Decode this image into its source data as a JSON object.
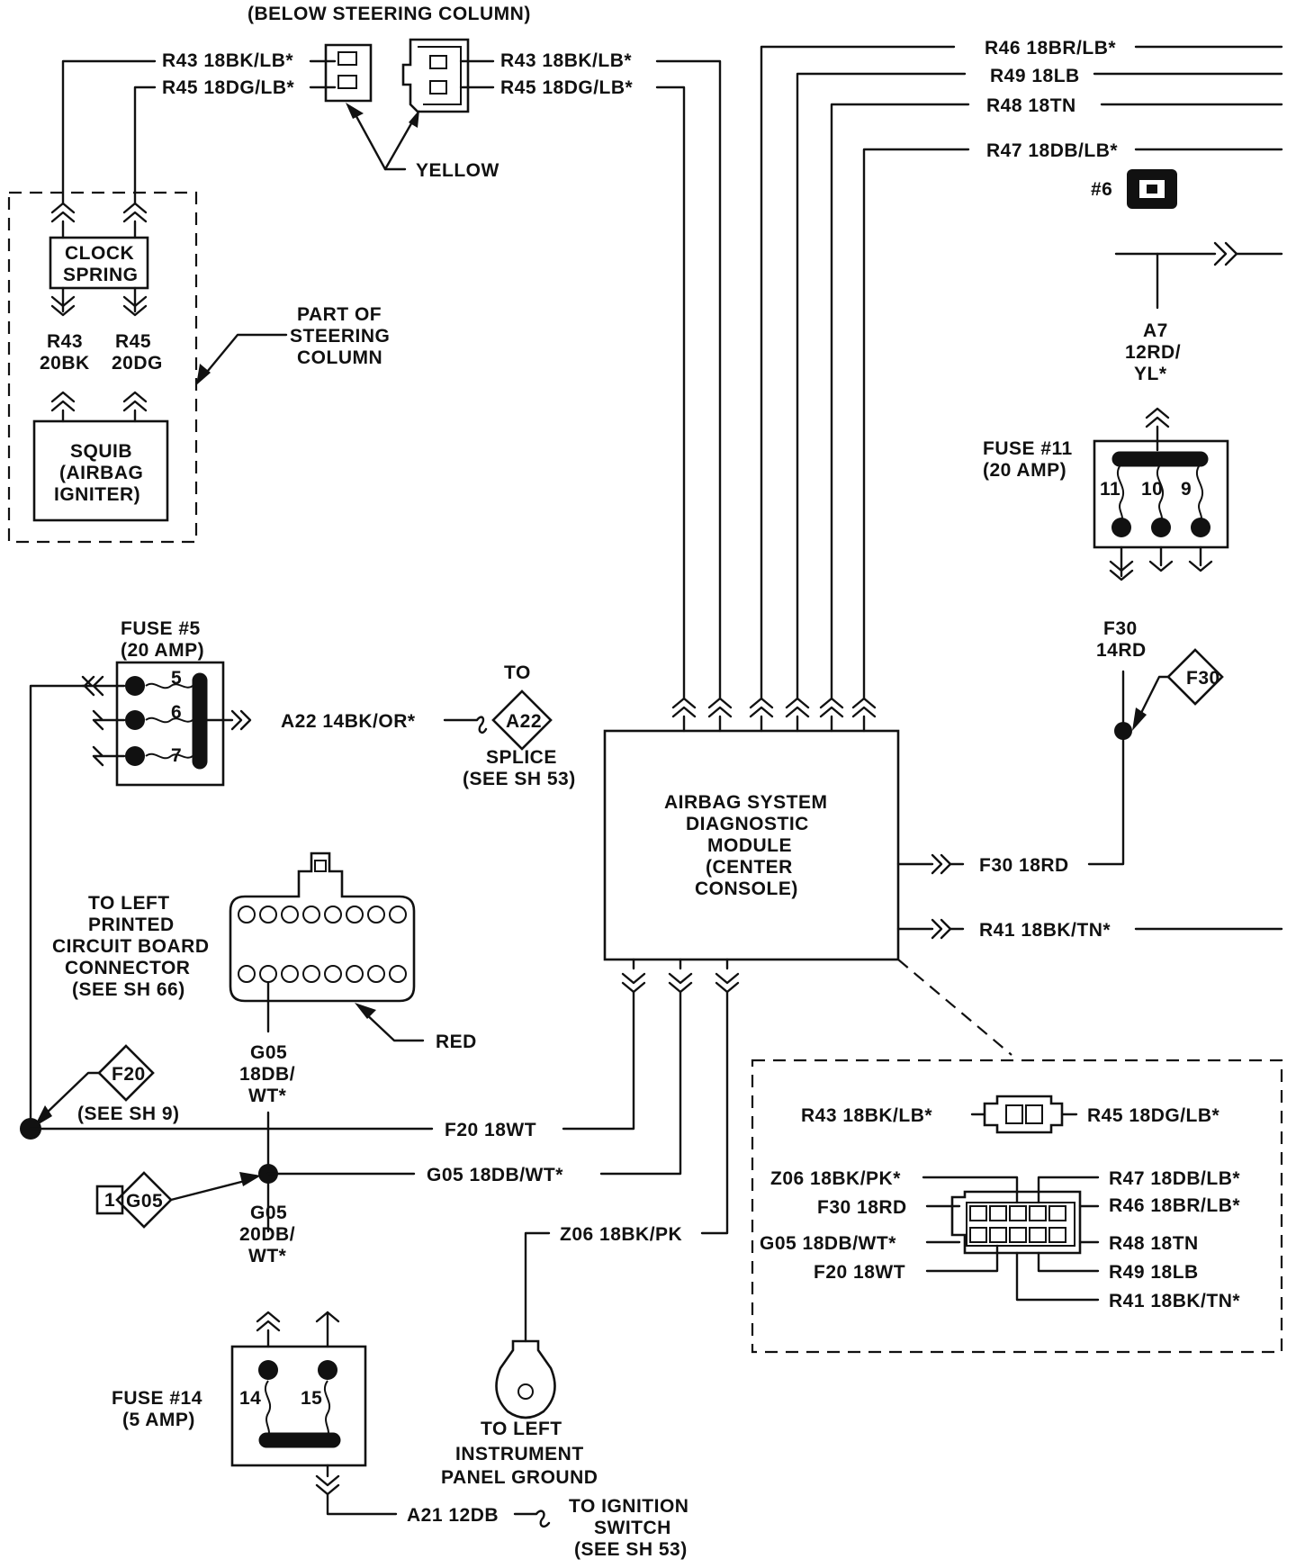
{
  "connector_top": {
    "caption": "(BELOW STEERING COLUMN)",
    "left_r43": "R43 18BK/LB*",
    "left_r45": "R45 18DG/LB*",
    "right_r43": "R43 18BK/LB*",
    "right_r45": "R45 18DG/LB*",
    "color": "YELLOW"
  },
  "clock_spring": {
    "line1": "CLOCK",
    "line2": "SPRING"
  },
  "steering_column_note": {
    "line1": "PART OF",
    "line2": "STEERING",
    "line3": "COLUMN"
  },
  "clockspring_wires": {
    "r43_a": "R43",
    "r43_b": "20BK",
    "r45_a": "R45",
    "r45_b": "20DG"
  },
  "squib": {
    "line1": "SQUIB",
    "line2": "(AIRBAG",
    "line3": "IGNITER)"
  },
  "module_wires_right": {
    "r46": "R46 18BR/LB*",
    "r49": "R49 18LB",
    "r48": "R48 18TN",
    "r47": "R47 18DB/LB*",
    "connector_number": "#6"
  },
  "a7_wire": {
    "line1": "A7",
    "line2": "12RD/",
    "line3": "YL*"
  },
  "fuse11": {
    "line1": "FUSE #11",
    "line2": "(20 AMP)",
    "pin11": "11",
    "pin10": "10",
    "pin9": "9"
  },
  "f30_wire": {
    "line1": "F30",
    "line2": "14RD",
    "splice": "F30"
  },
  "fuse5": {
    "line1": "FUSE #5",
    "line2": "(20 AMP)",
    "pin5": "5",
    "pin6": "6",
    "pin7": "7"
  },
  "a22": {
    "wire": "A22 14BK/OR*",
    "to": "TO",
    "splice": "A22",
    "label1": "SPLICE",
    "label2": "(SEE SH 53)"
  },
  "module": {
    "line1": "AIRBAG SYSTEM",
    "line2": "DIAGNOSTIC",
    "line3": "MODULE",
    "line4": "(CENTER",
    "line5": "CONSOLE)"
  },
  "module_outputs": {
    "f30": "F30 18RD",
    "r41": "R41 18BK/TN*"
  },
  "pcb": {
    "line1": "TO LEFT",
    "line2": "PRINTED",
    "line3": "CIRCUIT BOARD",
    "line4": "CONNECTOR",
    "line5": "(SEE SH 66)",
    "color": "RED"
  },
  "g05_upper": {
    "line1": "G05",
    "line2": "18DB/",
    "line3": "WT*"
  },
  "f20": {
    "splice": "F20",
    "see": "(SEE SH 9)",
    "wire": "F20 18WT"
  },
  "g05_wire": "G05 18DB/WT*",
  "g05_splice": {
    "num": "1",
    "name": "G05"
  },
  "g05_lower": {
    "line1": "G05",
    "line2": "20DB/",
    "line3": "WT*"
  },
  "z06_wire": "Z06 18BK/PK",
  "ground": {
    "line1": "TO LEFT",
    "line2": "INSTRUMENT",
    "line3": "PANEL GROUND"
  },
  "fuse14": {
    "line1": "FUSE  #14",
    "line2": "(5 AMP)",
    "pin14": "14",
    "pin15": "15"
  },
  "a21": {
    "wire": "A21 12DB",
    "line1": "TO IGNITION",
    "line2": "SWITCH",
    "line3": "(SEE SH 53)"
  },
  "inset": {
    "r43": "R43 18BK/LB*",
    "r45": "R45 18DG/LB*",
    "z06": "Z06 18BK/PK*",
    "f30": "F30 18RD",
    "g05": "G05 18DB/WT*",
    "f20": "F20 18WT",
    "r47": "R47 18DB/LB*",
    "r46": "R46 18BR/LB*",
    "r48": "R48 18TN",
    "r49": "R49 18LB",
    "r41": "R41 18BK/TN*"
  }
}
